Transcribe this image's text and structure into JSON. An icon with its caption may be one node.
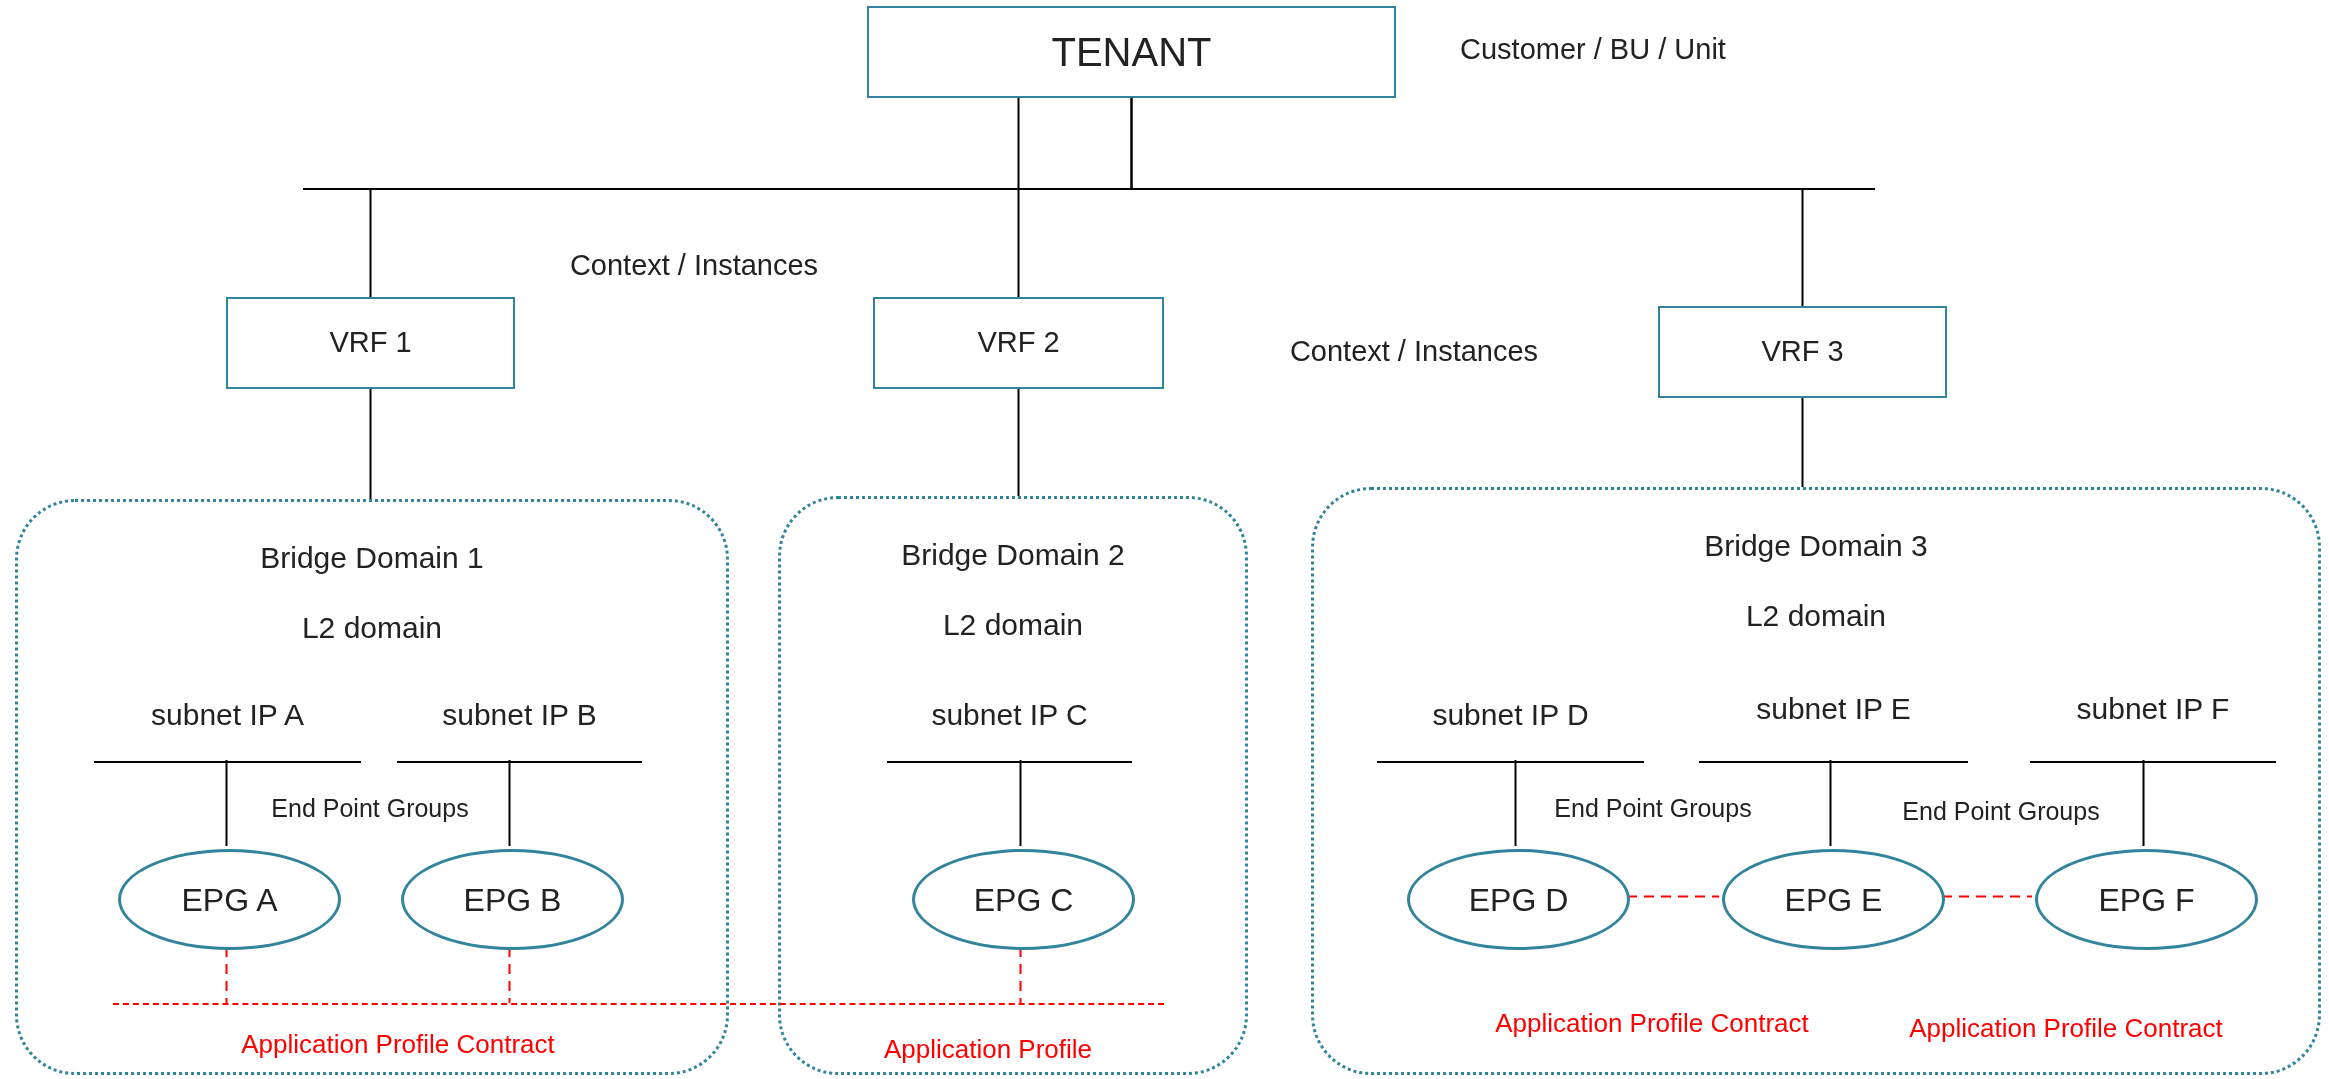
{
  "diagram": {
    "nodes": [
      {
        "text": [
          "TENANT"
        ],
        "beside": [
          "Customer / BU / Unit"
        ]
      },
      {
        "text": [
          "VRF 1"
        ]
      },
      {
        "text": [
          "VRF 2"
        ]
      },
      {
        "text": [
          "VRF 3"
        ]
      },
      {
        "text": [
          "Bridge Domain 1",
          "L2 domain"
        ]
      },
      {
        "text": [
          "Bridge Domain 2",
          "L2 domain"
        ]
      },
      {
        "text": [
          "Bridge Domain 3",
          "L2 domain"
        ]
      },
      {
        "text": [
          "subnet IP A"
        ],
        "in": 4
      },
      {
        "text": [
          "subnet IP B"
        ],
        "in": 4
      },
      {
        "text": [
          "subnet IP C"
        ],
        "in": 5
      },
      {
        "text": [
          "subnet IP D"
        ],
        "in": 6
      },
      {
        "text": [
          "subnet IP E"
        ],
        "in": 6
      },
      {
        "text": [
          "subnet IP F"
        ],
        "in": 6
      },
      {
        "text": [
          "EPG A"
        ],
        "in": 4
      },
      {
        "text": [
          "EPG B"
        ],
        "in": 4
      },
      {
        "text": [
          "EPG C"
        ],
        "in": 5
      },
      {
        "text": [
          "EPG D"
        ],
        "in": 6
      },
      {
        "text": [
          "EPG E"
        ],
        "in": 6
      },
      {
        "text": [
          "EPG F"
        ],
        "in": 6
      },
      {
        "text": [],
        "shape": "bar"
      }
    ],
    "edges": [
      {
        "from": 0,
        "to": 1,
        "arrow": "none"
      },
      {
        "from": 0,
        "to": 2,
        "arrow": "none"
      },
      {
        "from": 0,
        "to": 3,
        "arrow": "none"
      },
      {
        "from": 1,
        "to": 4,
        "arrow": "none"
      },
      {
        "from": 2,
        "to": 5,
        "arrow": "none"
      },
      {
        "from": 3,
        "to": 6,
        "arrow": "none"
      },
      {
        "from": 7,
        "to": 13,
        "arrow": "none"
      },
      {
        "from": 8,
        "to": 14,
        "arrow": "none"
      },
      {
        "from": 9,
        "to": 15,
        "arrow": "none"
      },
      {
        "from": 10,
        "to": 16,
        "arrow": "none"
      },
      {
        "from": 11,
        "to": 17,
        "arrow": "none"
      },
      {
        "from": 12,
        "to": 18,
        "arrow": "none"
      },
      {
        "from": 16,
        "to": 17,
        "arrow": "none",
        "style": "dashed",
        "color": "#ff0000"
      },
      {
        "from": 17,
        "to": 18,
        "arrow": "none",
        "style": "dashed",
        "color": "#ff0000"
      },
      {
        "from": 13,
        "to": 19,
        "arrow": "none",
        "style": "dashed",
        "color": "#ff0000"
      },
      {
        "from": 14,
        "to": 19,
        "arrow": "none",
        "style": "dashed",
        "color": "#ff0000"
      },
      {
        "from": 15,
        "to": 19,
        "arrow": "none",
        "style": "dashed",
        "color": "#ff0000"
      }
    ],
    "labels": [
      "Context / Instances",
      "Context / Instances",
      "End Point Groups",
      "End Point Groups",
      "End Point Groups",
      "Application Profile Contract",
      "Application Profile",
      "Application Profile Contract",
      "Application Profile Contract"
    ]
  }
}
